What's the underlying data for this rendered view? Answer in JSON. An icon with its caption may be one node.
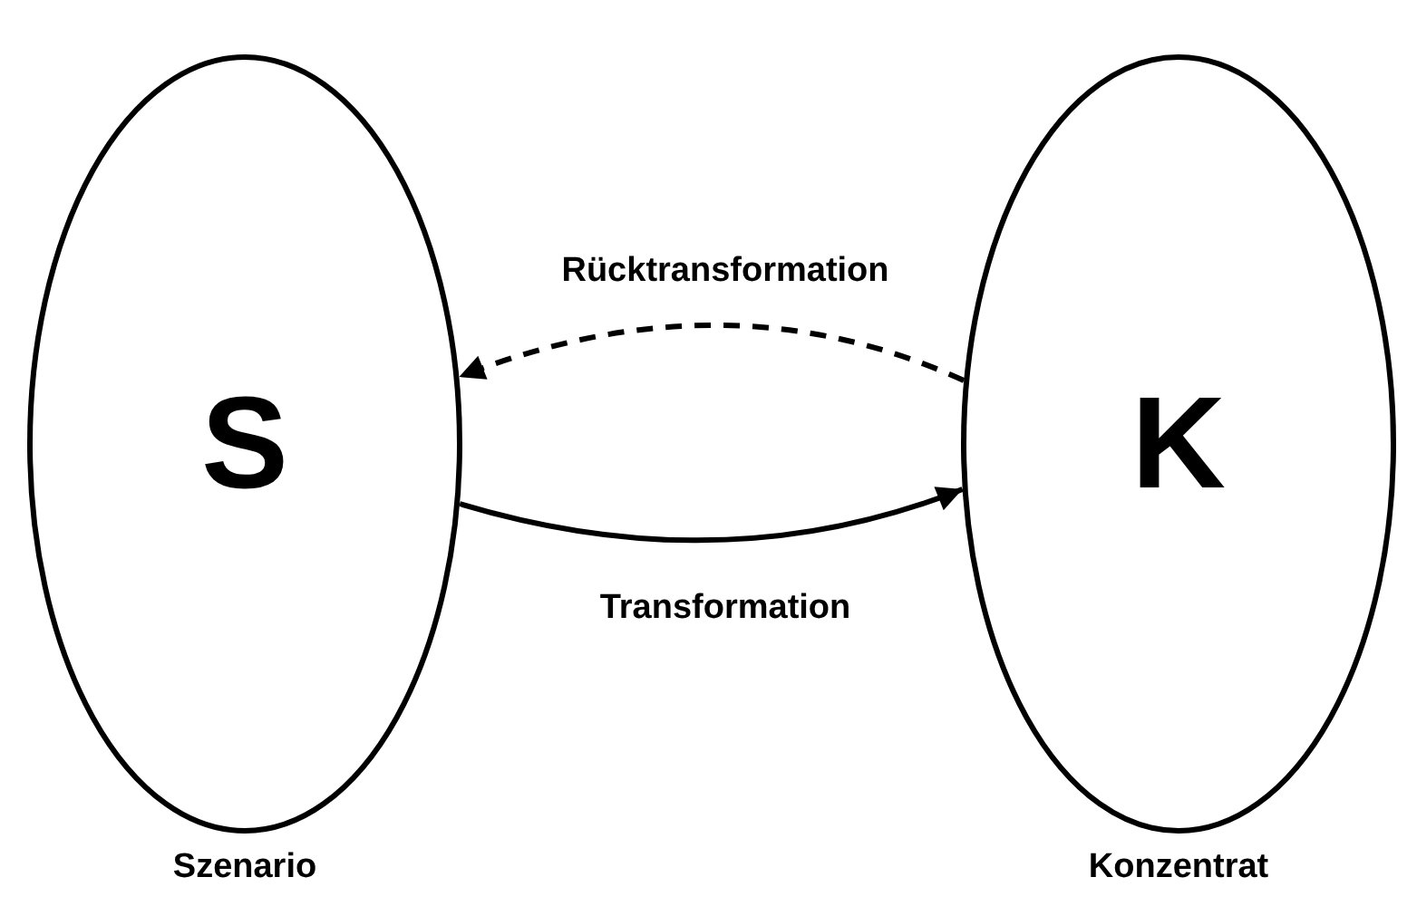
{
  "diagram": {
    "nodes": [
      {
        "text": [
          "S"
        ],
        "beside": [
          "Szenario"
        ]
      },
      {
        "text": [
          "K"
        ],
        "beside": [
          "Konzentrat"
        ]
      }
    ],
    "edges": [
      {
        "from": 0,
        "to": 1,
        "arrow": "to",
        "label": "Transformation"
      },
      {
        "from": 1,
        "to": 0,
        "arrow": "to",
        "label": "Rücktransformation",
        "style": "dashed"
      }
    ]
  }
}
